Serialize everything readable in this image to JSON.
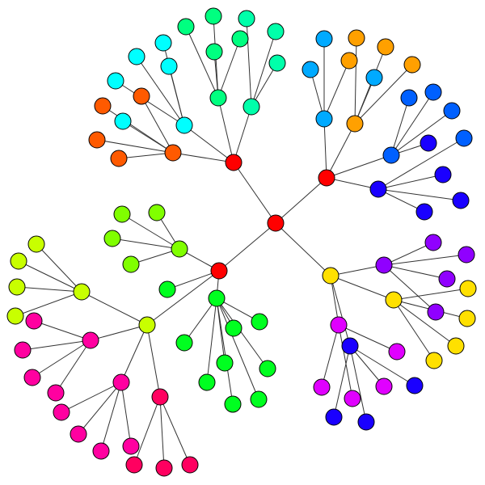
{
  "diagram": {
    "type": "radial-tree",
    "edge_color": "#333333",
    "root": "n0",
    "groups": {
      "root": "#ff0000",
      "cyan": "#00ffff",
      "orange_red": "#ff5a00",
      "spring_green": "#00ff80",
      "green_cyan": "#00ffaa",
      "sky_blue": "#00aaff",
      "orange": "#ffa000",
      "blue": "#0060ff",
      "deep_blue": "#1a00ff",
      "violet": "#9000ff",
      "gold": "#ffe000",
      "magenta": "#e000ff",
      "lime": "#80ff00",
      "yellow_green": "#c8ff00",
      "green": "#00ff20",
      "pink": "#ff00a0",
      "crimson": "#ff0060"
    },
    "nodes": [
      {
        "id": "n0",
        "group": "root"
      },
      {
        "id": "n1",
        "group": "root"
      },
      {
        "id": "n2",
        "group": "root"
      },
      {
        "id": "n3",
        "group": "root"
      },
      {
        "id": "n4",
        "group": "gold"
      },
      {
        "id": "c1",
        "group": "orange_red"
      },
      {
        "id": "c2",
        "group": "cyan"
      },
      {
        "id": "c3",
        "group": "spring_green"
      },
      {
        "id": "c4",
        "group": "green_cyan"
      },
      {
        "id": "c1a",
        "group": "orange_red"
      },
      {
        "id": "c1b",
        "group": "orange_red"
      },
      {
        "id": "c1c",
        "group": "orange_red"
      },
      {
        "id": "c1d",
        "group": "orange_red"
      },
      {
        "id": "c1e",
        "group": "cyan"
      },
      {
        "id": "c2a",
        "group": "cyan"
      },
      {
        "id": "c2b",
        "group": "cyan"
      },
      {
        "id": "c2c",
        "group": "cyan"
      },
      {
        "id": "c2d",
        "group": "cyan"
      },
      {
        "id": "c3a",
        "group": "spring_green"
      },
      {
        "id": "c3b",
        "group": "spring_green"
      },
      {
        "id": "c3c",
        "group": "spring_green"
      },
      {
        "id": "c3d",
        "group": "spring_green"
      },
      {
        "id": "c4a",
        "group": "green_cyan"
      },
      {
        "id": "c4b",
        "group": "green_cyan"
      },
      {
        "id": "c4c",
        "group": "green_cyan"
      },
      {
        "id": "d1",
        "group": "sky_blue"
      },
      {
        "id": "d2",
        "group": "orange"
      },
      {
        "id": "d3",
        "group": "blue"
      },
      {
        "id": "d4",
        "group": "deep_blue"
      },
      {
        "id": "d1a",
        "group": "sky_blue"
      },
      {
        "id": "d1b",
        "group": "sky_blue"
      },
      {
        "id": "d1c",
        "group": "orange"
      },
      {
        "id": "d2a",
        "group": "sky_blue"
      },
      {
        "id": "d2b",
        "group": "orange"
      },
      {
        "id": "d2c",
        "group": "orange"
      },
      {
        "id": "d2d",
        "group": "orange"
      },
      {
        "id": "d3a",
        "group": "blue"
      },
      {
        "id": "d3b",
        "group": "blue"
      },
      {
        "id": "d3c",
        "group": "blue"
      },
      {
        "id": "d3d",
        "group": "deep_blue"
      },
      {
        "id": "d4a",
        "group": "deep_blue"
      },
      {
        "id": "d4b",
        "group": "deep_blue"
      },
      {
        "id": "d4c",
        "group": "deep_blue"
      },
      {
        "id": "d4d",
        "group": "blue"
      },
      {
        "id": "e1",
        "group": "violet"
      },
      {
        "id": "e2",
        "group": "gold"
      },
      {
        "id": "e3",
        "group": "magenta"
      },
      {
        "id": "e4",
        "group": "deep_blue"
      },
      {
        "id": "e1a",
        "group": "violet"
      },
      {
        "id": "e1b",
        "group": "violet"
      },
      {
        "id": "e1c",
        "group": "violet"
      },
      {
        "id": "e1d",
        "group": "violet"
      },
      {
        "id": "e2a",
        "group": "gold"
      },
      {
        "id": "e2b",
        "group": "gold"
      },
      {
        "id": "e2c",
        "group": "gold"
      },
      {
        "id": "e2d",
        "group": "gold"
      },
      {
        "id": "e3a",
        "group": "magenta"
      },
      {
        "id": "e3b",
        "group": "magenta"
      },
      {
        "id": "e3c",
        "group": "magenta"
      },
      {
        "id": "e4a",
        "group": "deep_blue"
      },
      {
        "id": "e4b",
        "group": "deep_blue"
      },
      {
        "id": "e4c",
        "group": "magenta"
      },
      {
        "id": "e4d",
        "group": "deep_blue"
      },
      {
        "id": "f1",
        "group": "lime"
      },
      {
        "id": "f2",
        "group": "green"
      },
      {
        "id": "f3",
        "group": "yellow_green"
      },
      {
        "id": "f1a",
        "group": "lime"
      },
      {
        "id": "f1b",
        "group": "lime"
      },
      {
        "id": "f1c",
        "group": "lime"
      },
      {
        "id": "f1d",
        "group": "lime"
      },
      {
        "id": "f2a",
        "group": "green"
      },
      {
        "id": "f2b",
        "group": "green"
      },
      {
        "id": "f2c",
        "group": "green"
      },
      {
        "id": "f2d",
        "group": "green"
      },
      {
        "id": "f2e",
        "group": "green"
      },
      {
        "id": "f2f",
        "group": "green"
      },
      {
        "id": "f2g",
        "group": "green"
      },
      {
        "id": "f2h",
        "group": "green"
      },
      {
        "id": "f2i",
        "group": "green"
      },
      {
        "id": "g1",
        "group": "yellow_green"
      },
      {
        "id": "g2",
        "group": "pink"
      },
      {
        "id": "g3",
        "group": "pink"
      },
      {
        "id": "g4",
        "group": "crimson"
      },
      {
        "id": "g1a",
        "group": "yellow_green"
      },
      {
        "id": "g1b",
        "group": "yellow_green"
      },
      {
        "id": "g1c",
        "group": "yellow_green"
      },
      {
        "id": "g1d",
        "group": "yellow_green"
      },
      {
        "id": "g2a",
        "group": "pink"
      },
      {
        "id": "g2b",
        "group": "pink"
      },
      {
        "id": "g2c",
        "group": "pink"
      },
      {
        "id": "g2d",
        "group": "pink"
      },
      {
        "id": "g3a",
        "group": "pink"
      },
      {
        "id": "g3b",
        "group": "pink"
      },
      {
        "id": "g3c",
        "group": "pink"
      },
      {
        "id": "g3d",
        "group": "pink"
      },
      {
        "id": "g4a",
        "group": "crimson"
      },
      {
        "id": "g4b",
        "group": "crimson"
      },
      {
        "id": "g4c",
        "group": "crimson"
      }
    ],
    "edges": [
      [
        "n0",
        "n1"
      ],
      [
        "n0",
        "n2"
      ],
      [
        "n0",
        "n3"
      ],
      [
        "n0",
        "n4"
      ],
      [
        "n1",
        "c1"
      ],
      [
        "n1",
        "c2"
      ],
      [
        "n1",
        "c3"
      ],
      [
        "n1",
        "c4"
      ],
      [
        "c1",
        "c1a"
      ],
      [
        "c1",
        "c1b"
      ],
      [
        "c1",
        "c1c"
      ],
      [
        "c1",
        "c1d"
      ],
      [
        "c1",
        "c1e"
      ],
      [
        "c2",
        "c2a"
      ],
      [
        "c2",
        "c2b"
      ],
      [
        "c2",
        "c2c"
      ],
      [
        "c2",
        "c2d"
      ],
      [
        "c3",
        "c3a"
      ],
      [
        "c3",
        "c3b"
      ],
      [
        "c3",
        "c3c"
      ],
      [
        "c3",
        "c3d"
      ],
      [
        "c4",
        "c4a"
      ],
      [
        "c4",
        "c4b"
      ],
      [
        "c4",
        "c4c"
      ],
      [
        "n2",
        "d1"
      ],
      [
        "n2",
        "d2"
      ],
      [
        "n2",
        "d3"
      ],
      [
        "n2",
        "d4"
      ],
      [
        "d1",
        "d1a"
      ],
      [
        "d1",
        "d1b"
      ],
      [
        "d1",
        "d1c"
      ],
      [
        "d2",
        "d2a"
      ],
      [
        "d2",
        "d2b"
      ],
      [
        "d2",
        "d2c"
      ],
      [
        "d2",
        "d2d"
      ],
      [
        "d3",
        "d3a"
      ],
      [
        "d3",
        "d3b"
      ],
      [
        "d3",
        "d3c"
      ],
      [
        "d3",
        "d3d"
      ],
      [
        "d4",
        "d4a"
      ],
      [
        "d4",
        "d4b"
      ],
      [
        "d4",
        "d4c"
      ],
      [
        "d4",
        "d4d"
      ],
      [
        "n4",
        "e1"
      ],
      [
        "n4",
        "e2"
      ],
      [
        "n4",
        "e3"
      ],
      [
        "n4",
        "e4"
      ],
      [
        "e1",
        "e1a"
      ],
      [
        "e1",
        "e1b"
      ],
      [
        "e1",
        "e1c"
      ],
      [
        "e1",
        "e1d"
      ],
      [
        "e2",
        "e2a"
      ],
      [
        "e2",
        "e2b"
      ],
      [
        "e2",
        "e2c"
      ],
      [
        "e2",
        "e2d"
      ],
      [
        "e3",
        "e3a"
      ],
      [
        "e3",
        "e3b"
      ],
      [
        "e3",
        "e3c"
      ],
      [
        "e4",
        "e4a"
      ],
      [
        "e4",
        "e4b"
      ],
      [
        "e4",
        "e4c"
      ],
      [
        "e4",
        "e4d"
      ],
      [
        "n3",
        "f1"
      ],
      [
        "n3",
        "f2"
      ],
      [
        "n3",
        "f3"
      ],
      [
        "f1",
        "f1a"
      ],
      [
        "f1",
        "f1b"
      ],
      [
        "f1",
        "f1c"
      ],
      [
        "f1",
        "f1d"
      ],
      [
        "n3",
        "f2a"
      ],
      [
        "f2",
        "f2b"
      ],
      [
        "f2",
        "f2c"
      ],
      [
        "f2",
        "f2d"
      ],
      [
        "f2",
        "f2e"
      ],
      [
        "f2",
        "f2f"
      ],
      [
        "f2",
        "f2g"
      ],
      [
        "f2",
        "f2h"
      ],
      [
        "f2",
        "f2i"
      ],
      [
        "f3",
        "g1"
      ],
      [
        "f3",
        "g2"
      ],
      [
        "f3",
        "g3"
      ],
      [
        "f3",
        "g4"
      ],
      [
        "g1",
        "g1a"
      ],
      [
        "g1",
        "g1b"
      ],
      [
        "g1",
        "g1c"
      ],
      [
        "g1",
        "g1d"
      ],
      [
        "g2",
        "g2a"
      ],
      [
        "g2",
        "g2b"
      ],
      [
        "g2",
        "g2c"
      ],
      [
        "g2",
        "g2d"
      ],
      [
        "g3",
        "g3a"
      ],
      [
        "g3",
        "g3b"
      ],
      [
        "g3",
        "g3c"
      ],
      [
        "g3",
        "g3d"
      ],
      [
        "g4",
        "g4a"
      ],
      [
        "g4",
        "g4b"
      ],
      [
        "g4",
        "g4c"
      ]
    ]
  }
}
